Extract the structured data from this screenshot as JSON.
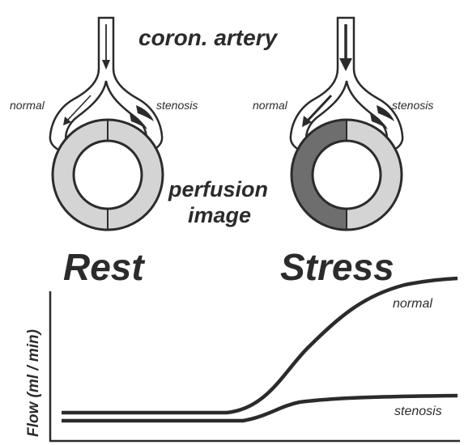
{
  "title": "coron. artery",
  "perfusion_label_line1": "perfusion",
  "perfusion_label_line2": "image",
  "panels": {
    "rest": {
      "heading": "Rest",
      "left_branch": "normal",
      "right_branch": "stenosis",
      "left_half_color": "#d4d4d4",
      "right_half_color": "#d4d4d4"
    },
    "stress": {
      "heading": "Stress",
      "left_branch": "normal",
      "right_branch": "stenosis",
      "left_half_color": "#6e6e6e",
      "right_half_color": "#d4d4d4"
    }
  },
  "graph": {
    "y_axis_label": "Flow (ml / min)",
    "curves": [
      {
        "name": "normal",
        "label": "normal"
      },
      {
        "name": "stenosis",
        "label": "stenosis"
      }
    ]
  },
  "colors": {
    "ink": "#2b2b2b",
    "ring_light": "#d4d4d4",
    "ring_dark": "#6e6e6e"
  }
}
